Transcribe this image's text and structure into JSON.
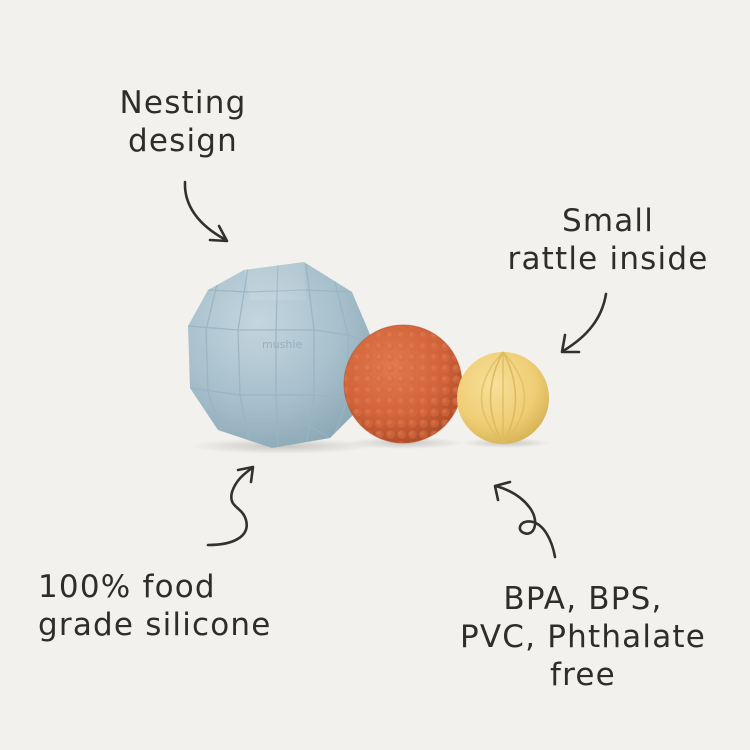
{
  "annotations": {
    "nesting": {
      "line1": "Nesting",
      "line2": "design"
    },
    "rattle": {
      "line1": "Small",
      "line2": "rattle inside"
    },
    "silicone": {
      "line1": "100% food",
      "line2": "grade silicone"
    },
    "free": {
      "line1": "BPA, BPS,",
      "line2": "PVC, Phthalate",
      "line3": "free"
    }
  },
  "balls": [
    {
      "name": "large-faceted-ball",
      "color": "#a9c0cc",
      "logo": "mushie"
    },
    {
      "name": "medium-textured-ball",
      "color": "#d4673d"
    },
    {
      "name": "small-ribbed-ball",
      "color": "#f0d27c"
    }
  ],
  "colors": {
    "background": "#f3f1ed",
    "text": "#2f2d2b"
  }
}
